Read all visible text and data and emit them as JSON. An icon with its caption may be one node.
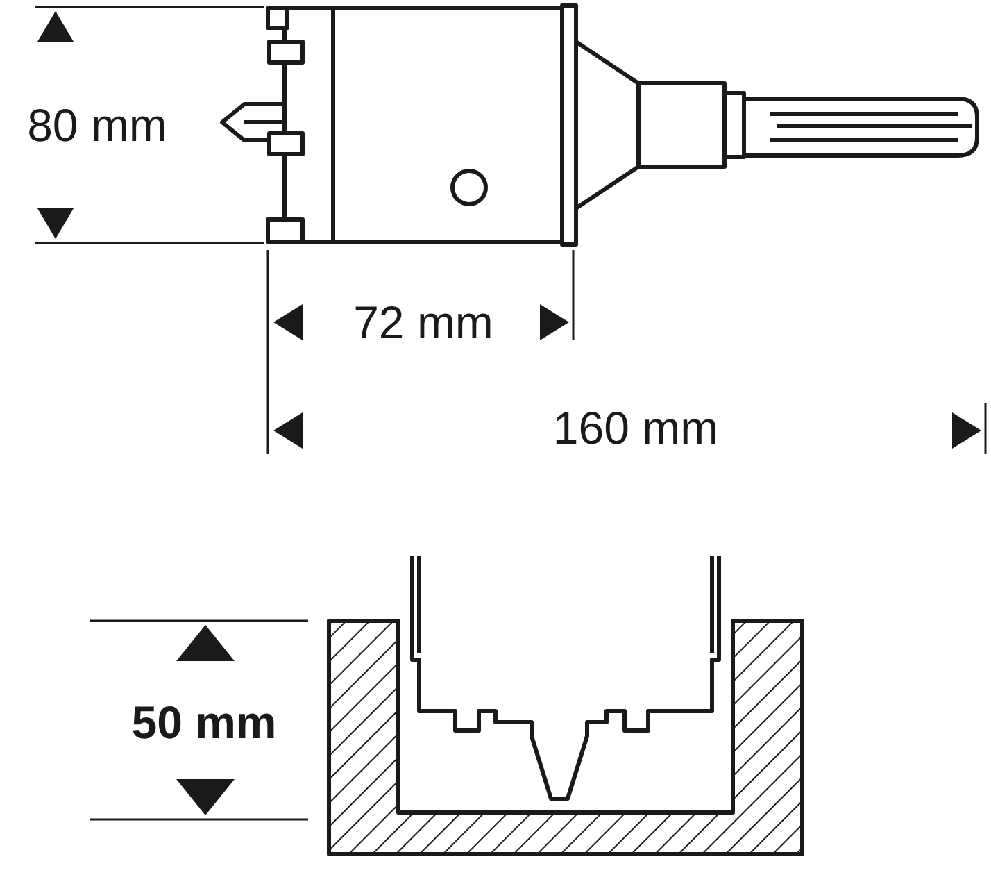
{
  "diagram": {
    "labels": [
      "80 mm",
      "72 mm",
      "160 mm",
      "50 mm"
    ]
  }
}
